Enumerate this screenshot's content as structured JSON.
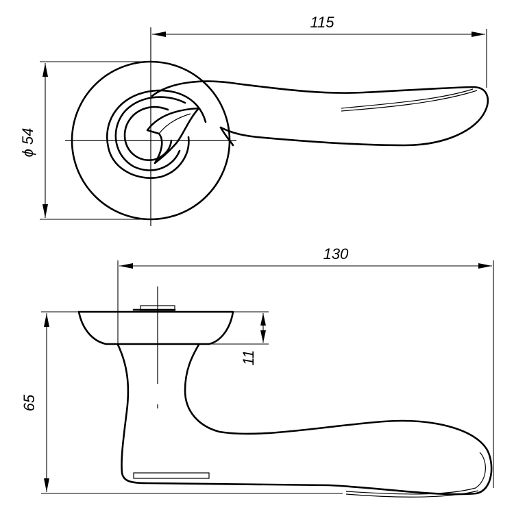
{
  "top_view": {
    "width_label": "115",
    "diameter_label": "ϕ 54"
  },
  "side_view": {
    "length_label": "130",
    "rose_height_label": "11",
    "height_label": "65"
  }
}
